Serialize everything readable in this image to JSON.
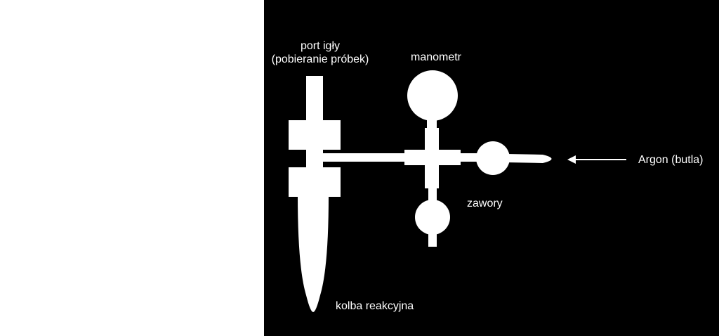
{
  "diagram": {
    "colors": {
      "background": "#000000",
      "foreground": "#ffffff",
      "margin": "#ffffff"
    },
    "labels": {
      "port_line1": "port igły",
      "port_line2": "(pobieranie próbek)",
      "manometer": "manometr",
      "argon": "Argon (butla)",
      "valves": "zawory",
      "flask": "kolba reakcyjna"
    }
  }
}
